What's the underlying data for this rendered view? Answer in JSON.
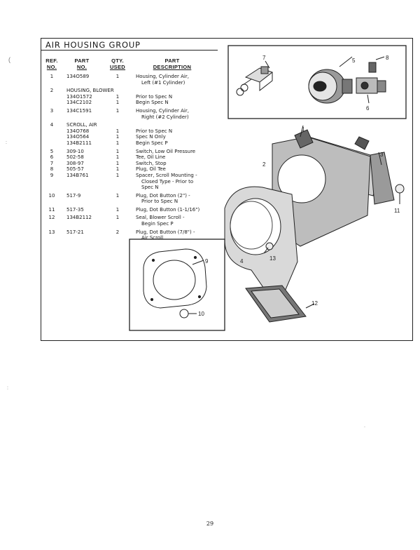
{
  "section": {
    "title": "AIR HOUSING GROUP"
  },
  "table": {
    "headers": {
      "ref": [
        "REF.",
        "NO."
      ],
      "part": [
        "PART",
        "NO."
      ],
      "qty": [
        "QTY.",
        "USED"
      ],
      "desc": [
        "PART",
        "DESCRIPTION"
      ]
    },
    "rows": [
      {
        "ref": "1",
        "part": "134O589",
        "qty": "1",
        "desc": [
          "Housing, Cylinder Air,",
          "Left (#1 Cylinder)"
        ]
      },
      {
        "ref": "2",
        "part": "HOUSING, BLOWER",
        "qty": "",
        "desc": []
      },
      {
        "ref": "",
        "part": "134O1572",
        "qty": "1",
        "desc": [
          "Prior to Spec N"
        ]
      },
      {
        "ref": "",
        "part": "134C2102",
        "qty": "1",
        "desc": [
          "Begin Spec N"
        ]
      },
      {
        "ref": "3",
        "part": "134C1591",
        "qty": "1",
        "desc": [
          "Housing, Cylinder Air,",
          "Right (#2 Cylinder)"
        ]
      },
      {
        "ref": "4",
        "part": "SCROLL, AIR",
        "qty": "",
        "desc": []
      },
      {
        "ref": "",
        "part": "134O768",
        "qty": "1",
        "desc": [
          "Prior to Spec N"
        ]
      },
      {
        "ref": "",
        "part": "134O564",
        "qty": "1",
        "desc": [
          "Spec N Only"
        ]
      },
      {
        "ref": "",
        "part": "134B2111",
        "qty": "1",
        "desc": [
          "Begin Spec P"
        ]
      },
      {
        "ref": "5",
        "part": "309-10",
        "qty": "1",
        "desc": [
          "Switch, Low Oil Pressure"
        ]
      },
      {
        "ref": "6",
        "part": "502-58",
        "qty": "1",
        "desc": [
          "Tee, Oil Line"
        ]
      },
      {
        "ref": "7",
        "part": "308-97",
        "qty": "1",
        "desc": [
          "Switch, Stop"
        ]
      },
      {
        "ref": "8",
        "part": "505-57",
        "qty": "1",
        "desc": [
          "Plug, Oil Tee"
        ]
      },
      {
        "ref": "9",
        "part": "134B761",
        "qty": "1",
        "desc": [
          "Spacer, Scroll Mounting -",
          "Closed Type - Prior to",
          "Spec N"
        ]
      },
      {
        "ref": "10",
        "part": "517-9",
        "qty": "1",
        "desc": [
          "Plug, Dot Button (2\") -",
          "Prior to Spec N"
        ]
      },
      {
        "ref": "11",
        "part": "517-35",
        "qty": "1",
        "desc": [
          "Plug, Dot Button (1-1/16\")"
        ]
      },
      {
        "ref": "12",
        "part": "134B2112",
        "qty": "1",
        "desc": [
          "Seal, Blower Scroll -",
          "Begin Spec P"
        ]
      },
      {
        "ref": "13",
        "part": "517-21",
        "qty": "2",
        "desc": [
          "Plug, Dot Button (7/8\") -",
          "Air Scroll"
        ]
      }
    ]
  },
  "callouts": [
    "1",
    "2",
    "3",
    "4",
    "5",
    "6",
    "7",
    "8",
    "9",
    "10",
    "11",
    "12",
    "13"
  ],
  "page_number": "29"
}
